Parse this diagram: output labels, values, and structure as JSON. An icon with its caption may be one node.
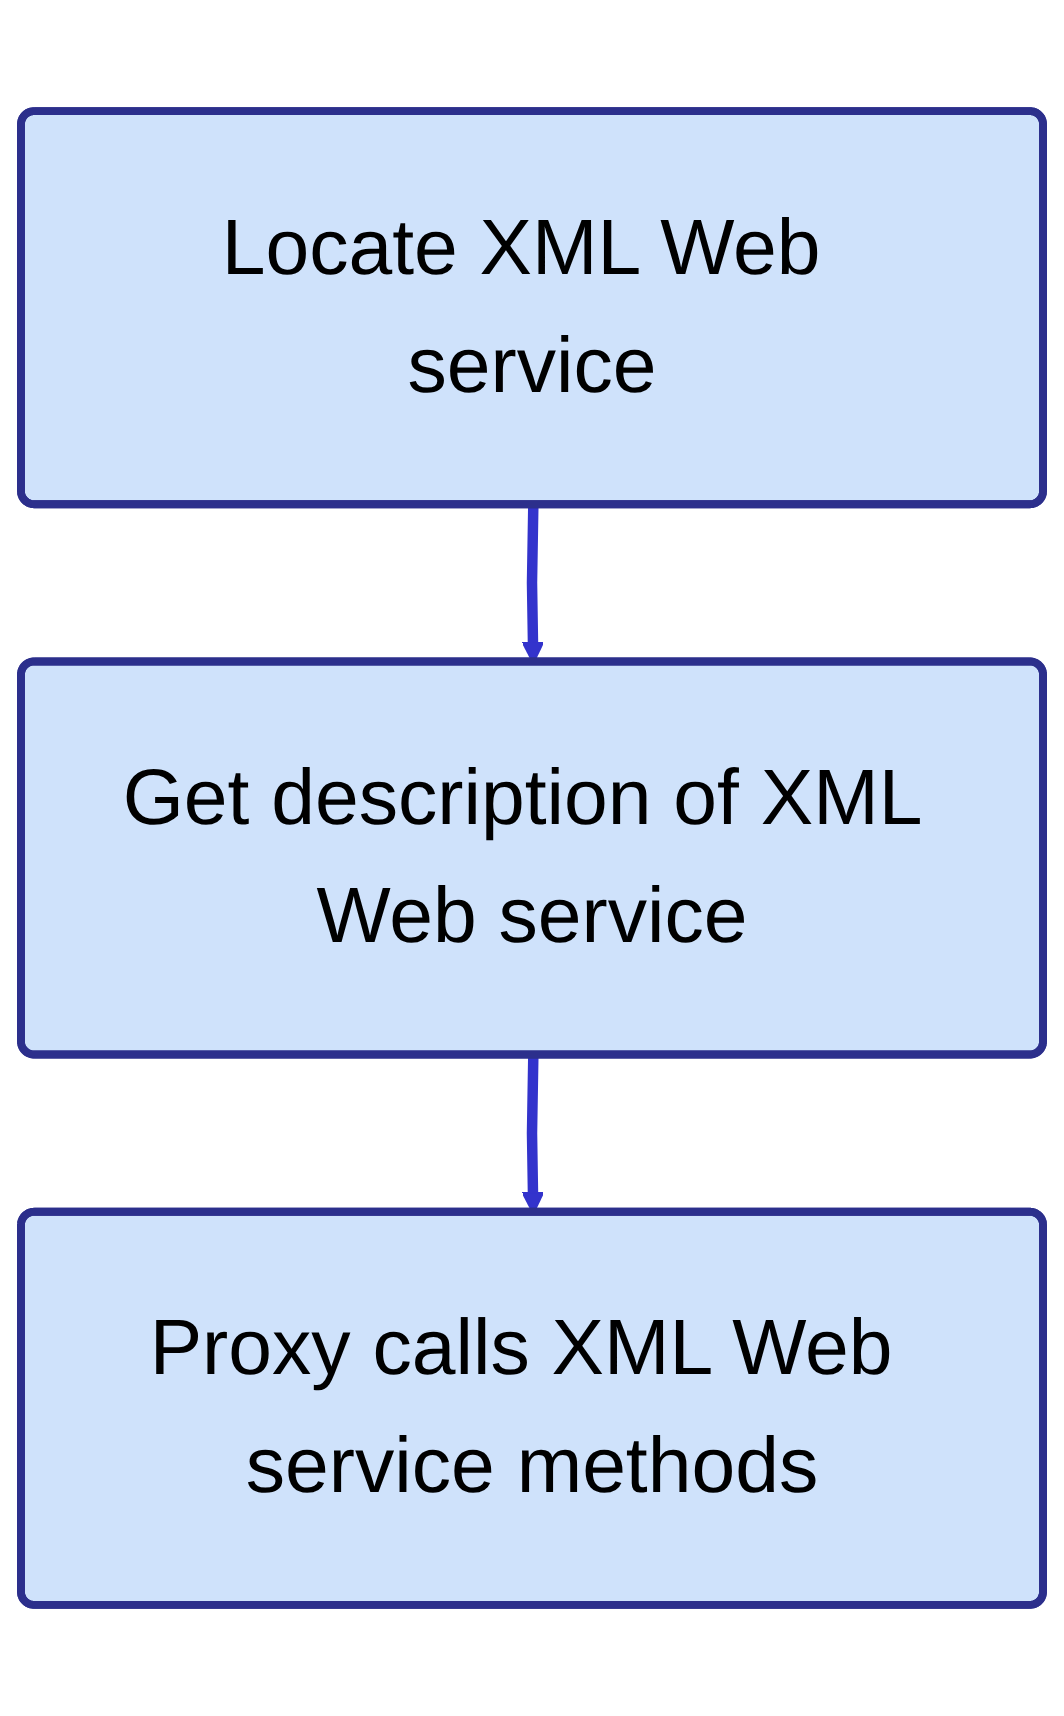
{
  "diagram": {
    "nodes": [
      {
        "text": [
          "Locate XML Web service"
        ]
      },
      {
        "text": [
          "Get description of XML Web service"
        ]
      },
      {
        "text": [
          "Proxy calls XML Web service methods"
        ]
      }
    ],
    "edges": [
      {
        "from": 0,
        "to": 1,
        "arrow": "to"
      },
      {
        "from": 1,
        "to": 2,
        "arrow": "to"
      }
    ]
  }
}
